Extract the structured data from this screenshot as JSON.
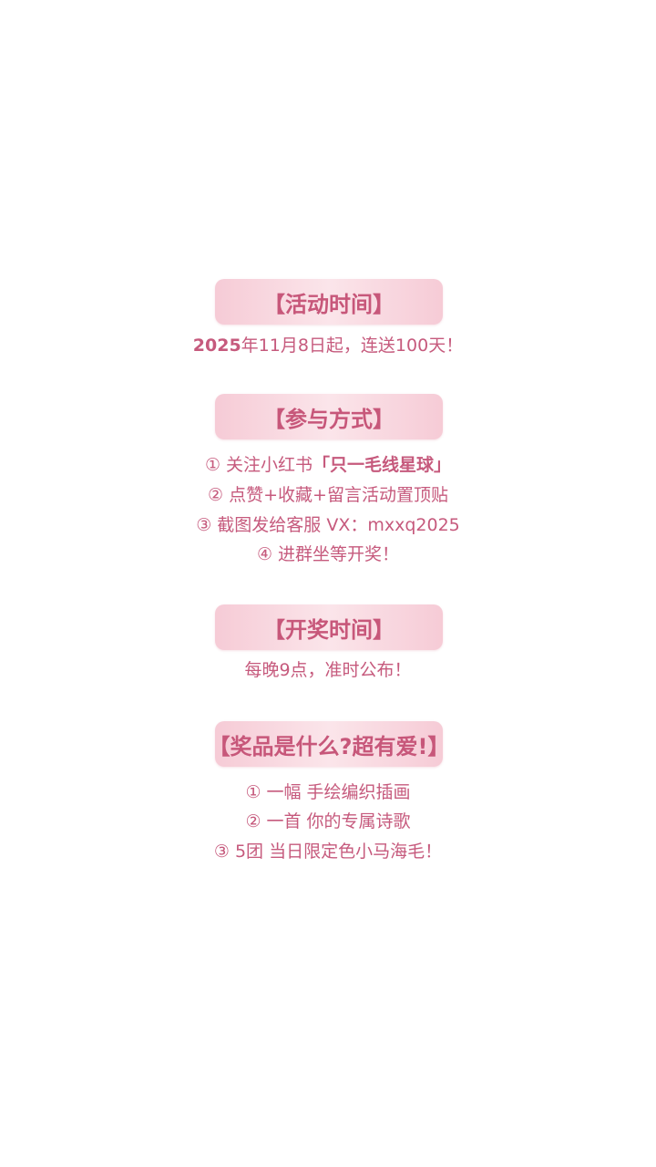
{
  "activity_time": {
    "header": "【活动时间】",
    "line_bold_prefix": "2025",
    "line_text": "年11月8日起，连送100天！"
  },
  "participation": {
    "header": "【参与方式】",
    "step1_prefix": "① 关注小红书",
    "step1_highlight": "「只一毛线星球」",
    "step2": "② 点赞+收藏+留言活动置顶贴",
    "step3": "③ 截图发给客服 VX：mxxq2025",
    "step4": "④ 进群坐等开奖！"
  },
  "draw_time": {
    "header": "【开奖时间】",
    "line": "每晚9点，准时公布！"
  },
  "prizes": {
    "header": "【奖品是什么?超有爱!】",
    "item1": "① 一幅 手绘编织插画",
    "item2": "② 一首 你的专属诗歌",
    "item3": "③ 5团 当日限定色小马海毛！"
  },
  "colors": {
    "accent_text": "#c65a7d",
    "header_bg": "#f6cbd6"
  }
}
